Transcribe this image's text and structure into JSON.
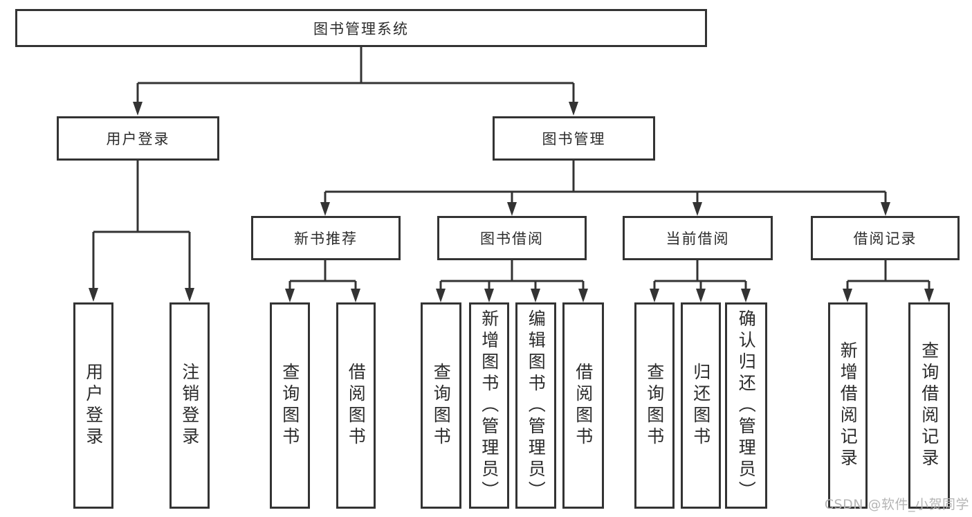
{
  "nodes": {
    "root": {
      "label": "图书管理系统"
    },
    "level2": [
      {
        "label": "用户登录"
      },
      {
        "label": "图书管理"
      }
    ],
    "level3": [
      {
        "label": "新书推荐",
        "parent": "图书管理"
      },
      {
        "label": "图书借阅",
        "parent": "图书管理"
      },
      {
        "label": "当前借阅",
        "parent": "图书管理"
      },
      {
        "label": "借阅记录",
        "parent": "图书管理"
      }
    ],
    "leaf_groups": [
      {
        "parent": "用户登录",
        "items": [
          "用户登录",
          "注销登录"
        ]
      },
      {
        "parent": "新书推荐",
        "items": [
          "查询图书",
          "借阅图书"
        ]
      },
      {
        "parent": "图书借阅",
        "items": [
          "查询图书",
          "新增图书（管理员）",
          "编辑图书（管理员）",
          "借阅图书"
        ]
      },
      {
        "parent": "当前借阅",
        "items": [
          "查询图书",
          "归还图书",
          "确认归还（管理员）"
        ]
      },
      {
        "parent": "借阅记录",
        "items": [
          "新增借阅记录",
          "查询借阅记录"
        ]
      }
    ]
  },
  "watermark": "CSDN @软件_小贺同学",
  "colors": {
    "border": "#333333",
    "line": "#333333",
    "text": "#2b2b2b",
    "watermark": "#b5b5b5",
    "background": "#ffffff"
  }
}
